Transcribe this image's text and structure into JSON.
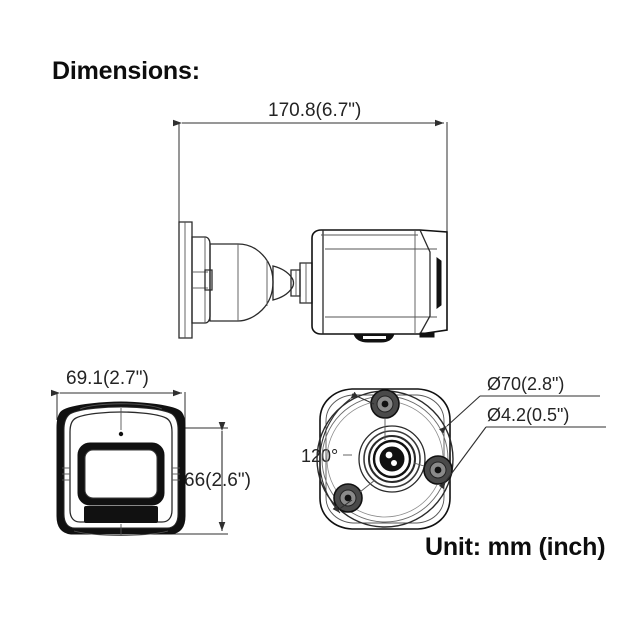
{
  "document": {
    "title": "Dimensions:",
    "unit_note": "Unit: mm (inch)",
    "background_color": "#ffffff",
    "line_color": "#2f2f2f",
    "text_color": "#111111"
  },
  "views": {
    "side": {
      "name": "side-view",
      "label": "Side view of bullet camera with wall mount bracket"
    },
    "front": {
      "name": "front-view",
      "label": "Front view of camera lens housing"
    },
    "rear": {
      "name": "rear-view",
      "label": "Mounting base view with screw hole pattern"
    }
  },
  "dimensions": {
    "length": "170.8(6.7\")",
    "width": "69.1(2.7\")",
    "height": "66(2.6\")",
    "bolt_circle": "Ø70(2.8\")",
    "screw_hole": "Ø4.2(0.5\")",
    "hole_angle": "120°"
  },
  "chart_data": {
    "type": "table",
    "title": "Dimensions:",
    "unit": "mm (inch)",
    "rows": [
      {
        "label": "Overall length",
        "value_mm": 170.8,
        "value_inch": 6.7,
        "display": "170.8(6.7\")",
        "view": "side"
      },
      {
        "label": "Overall width",
        "value_mm": 69.1,
        "value_inch": 2.7,
        "display": "69.1(2.7\")",
        "view": "front"
      },
      {
        "label": "Overall height",
        "value_mm": 66,
        "value_inch": 2.6,
        "display": "66(2.6\")",
        "view": "front"
      },
      {
        "label": "Mount bolt circle diameter",
        "value_mm": 70,
        "value_inch": 2.8,
        "display": "Ø70(2.8\")",
        "view": "rear"
      },
      {
        "label": "Screw hole diameter",
        "value_mm": 4.2,
        "value_inch": 0.5,
        "display": "Ø4.2(0.5\")",
        "view": "rear"
      },
      {
        "label": "Screw hole angular spacing",
        "value_deg": 120,
        "display": "120°",
        "view": "rear"
      }
    ]
  }
}
